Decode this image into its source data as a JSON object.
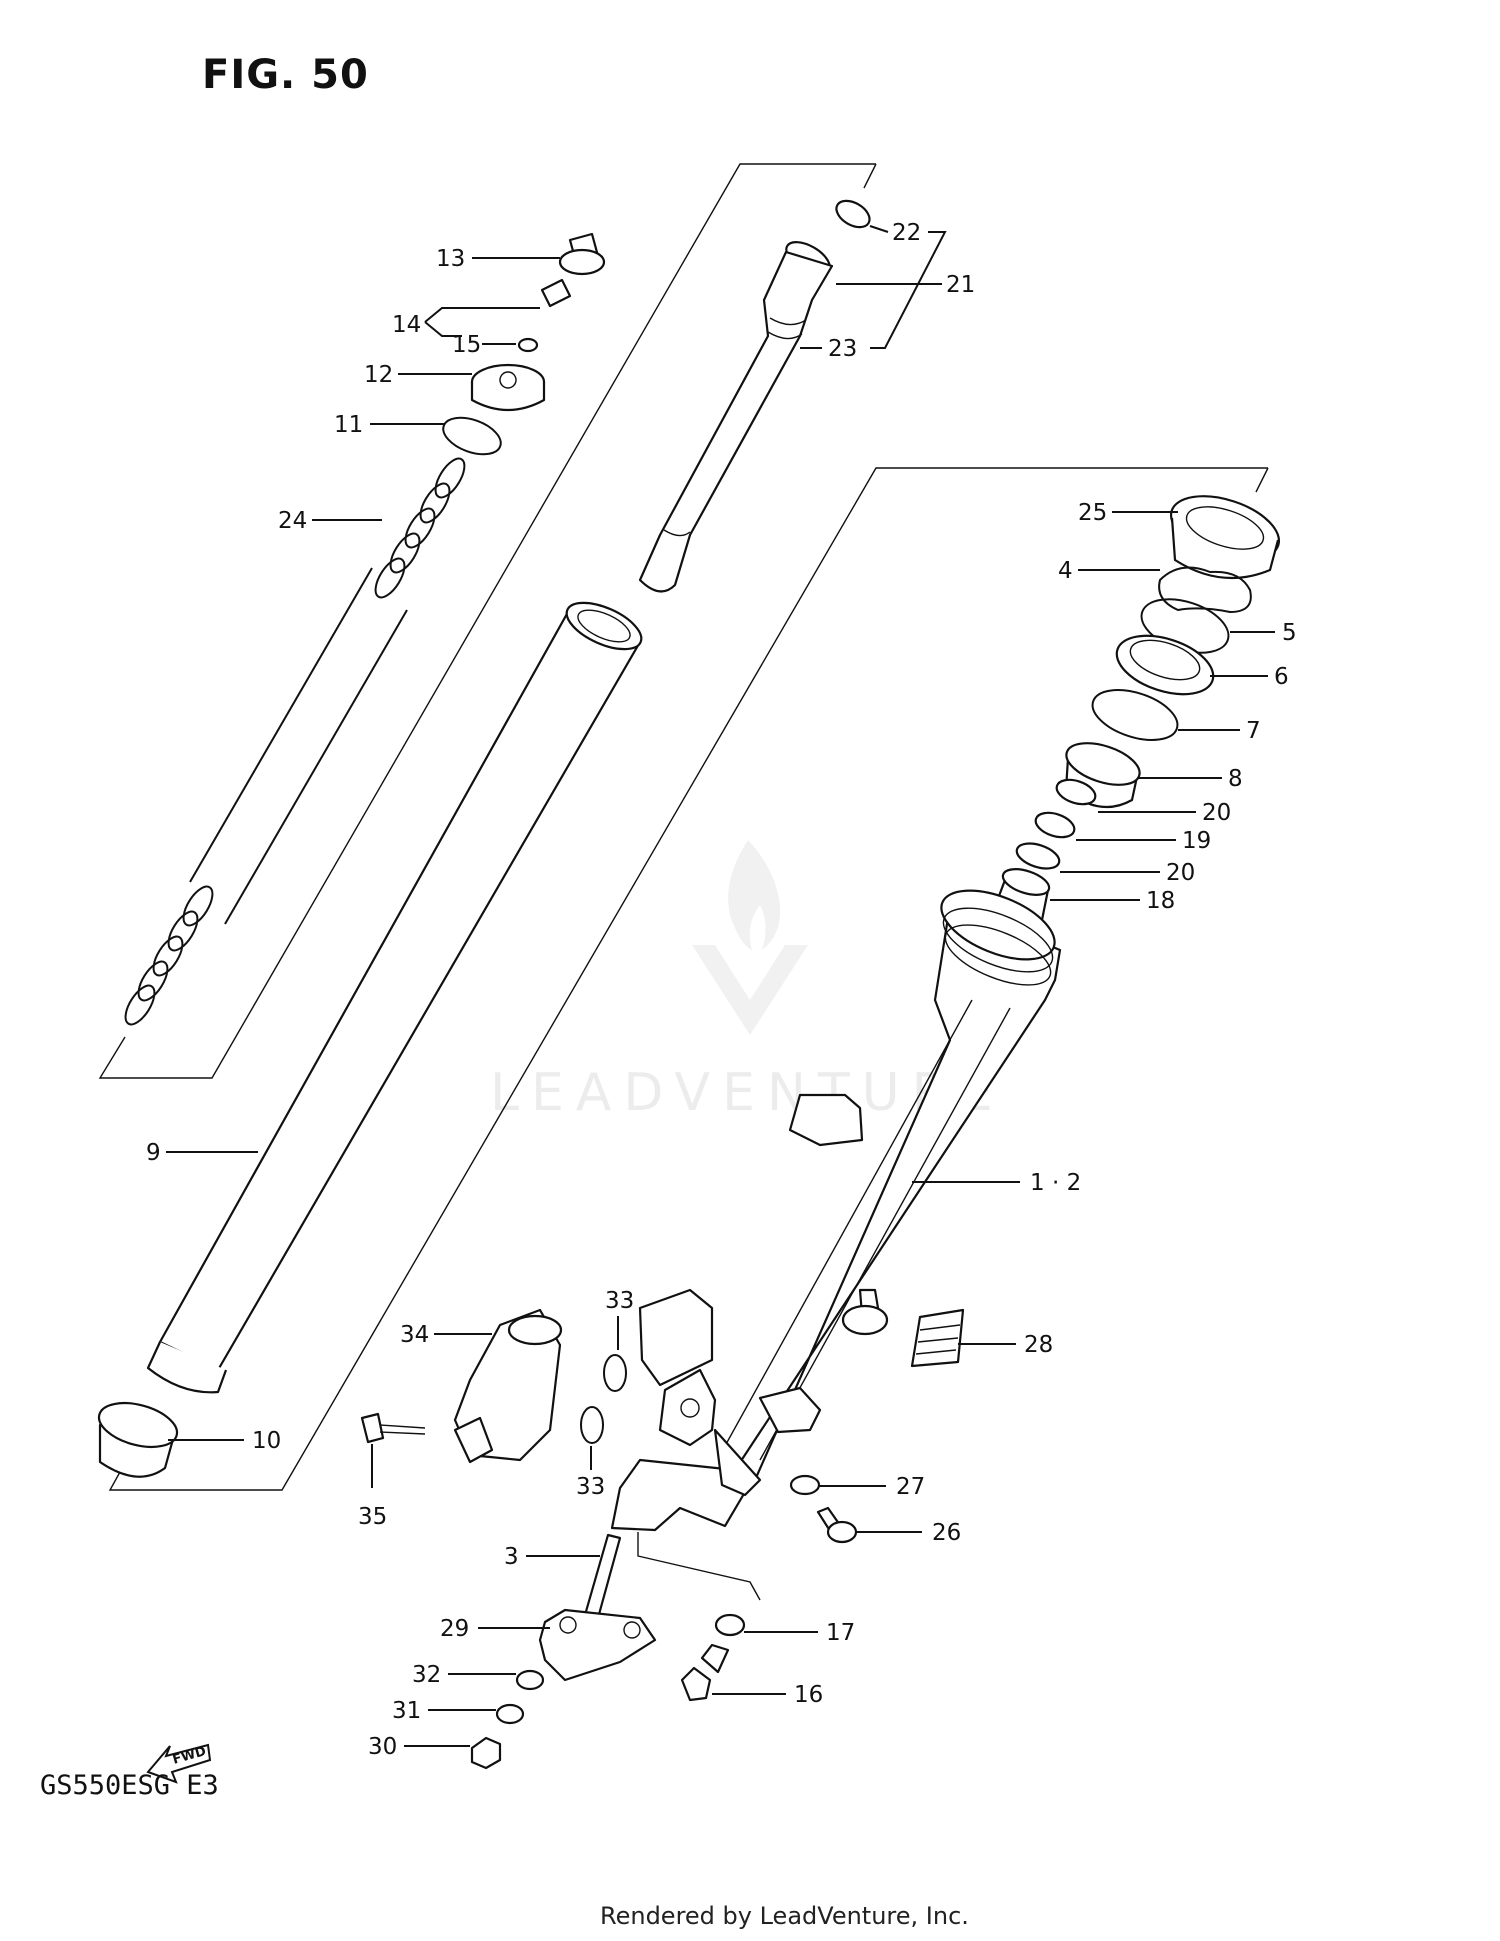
{
  "figure": {
    "title": "FIG. 50",
    "model_code": "GS550ESG  E3"
  },
  "footer": "Rendered by LeadVenture, Inc.",
  "watermark": "LEADVENTURE",
  "fwd_badge": "FWD",
  "labels": {
    "p1_2": "1 · 2",
    "p3": "3",
    "p4": "4",
    "p5": "5",
    "p6": "6",
    "p7": "7",
    "p8": "8",
    "p9": "9",
    "p10": "10",
    "p11": "11",
    "p12": "12",
    "p13": "13",
    "p14": "14",
    "p15": "15",
    "p16": "16",
    "p17": "17",
    "p18": "18",
    "p19": "19",
    "p20a": "20",
    "p20b": "20",
    "p21": "21",
    "p22": "22",
    "p23": "23",
    "p24": "24",
    "p25": "25",
    "p26": "26",
    "p27": "27",
    "p28": "28",
    "p29": "29",
    "p30": "30",
    "p31": "31",
    "p32": "32",
    "p33a": "33",
    "p33b": "33",
    "p34": "34",
    "p35": "35"
  }
}
